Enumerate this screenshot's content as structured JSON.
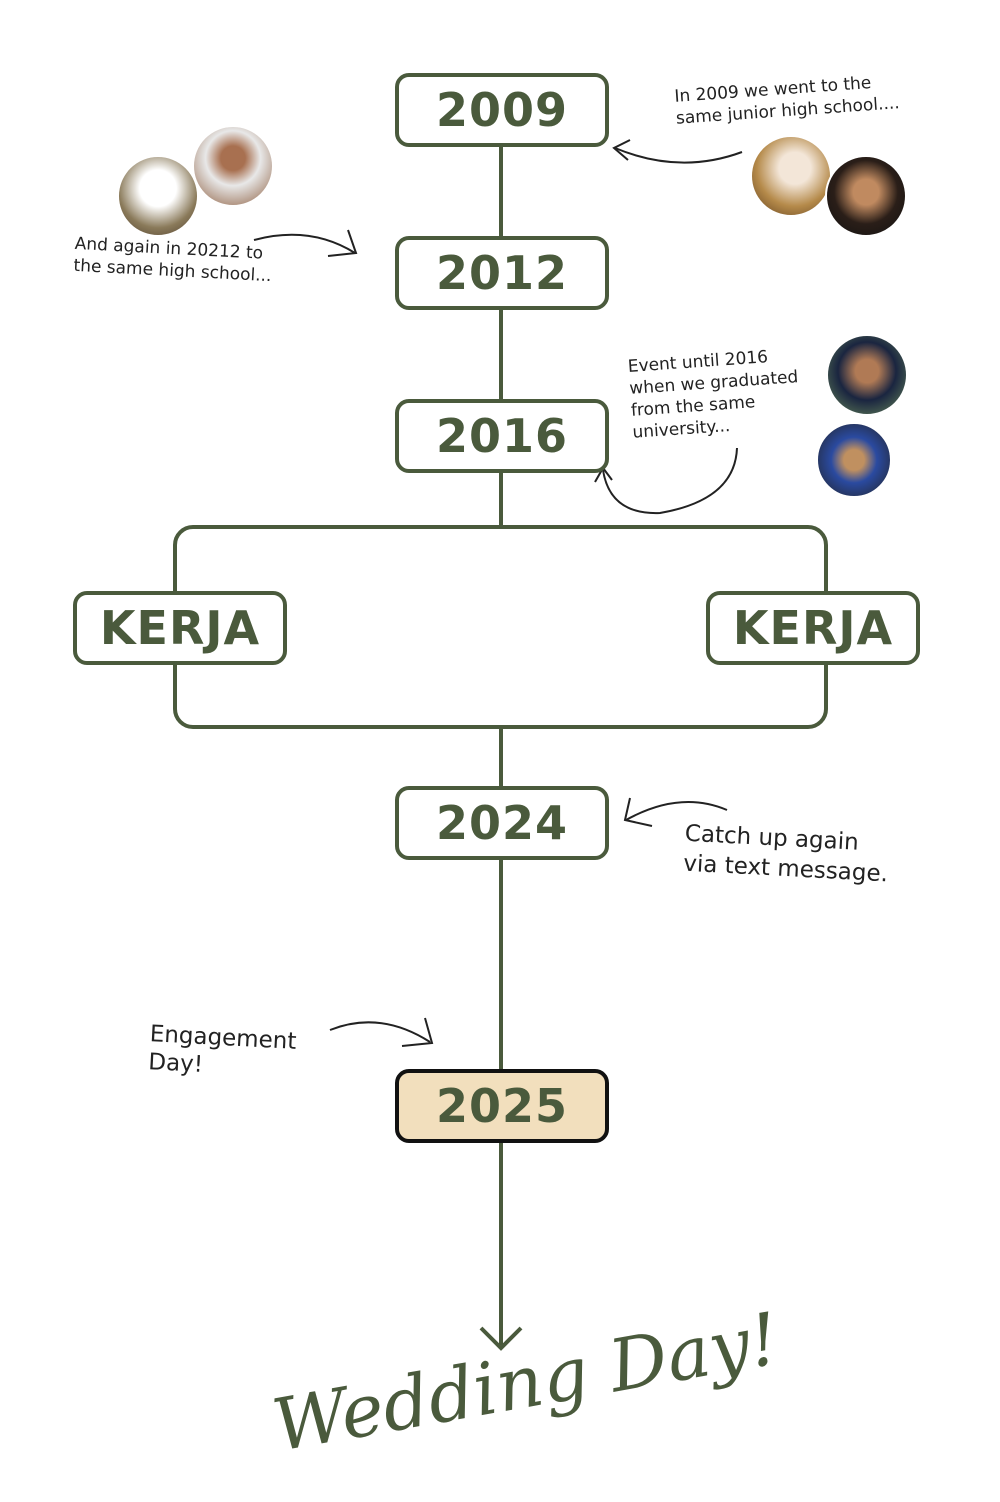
{
  "timeline": {
    "years": [
      "2009",
      "2012",
      "2016",
      "2024",
      "2025"
    ],
    "branch_left": "KERJA",
    "branch_right": "KERJA",
    "final": "Wedding Day!"
  },
  "notes": {
    "n2009": "In 2009 we went to the\nsame junior high school....",
    "n2012": "And again in 20212 to\nthe same high school...",
    "n2016": "Event until 2016\nwhen we graduated\nfrom the same\nuniversity...",
    "n2024": "Catch up again\nvia text message.",
    "n2025": "Engagement\nDay!"
  },
  "colors": {
    "accent": "#4a5a3c",
    "highlight": "#f2dfbd"
  }
}
